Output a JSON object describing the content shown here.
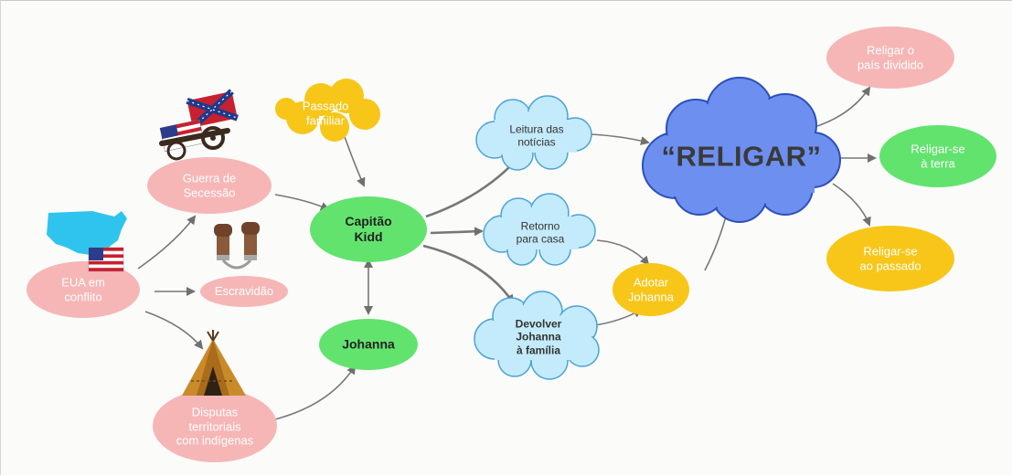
{
  "nodes": {
    "eua": "EUA em\nconflito",
    "guerra": "Guerra de\nSecessão",
    "escravidao": "Escravidão",
    "disputas": "Disputas\nterritoriais\ncom indígenas",
    "passado": "Passado\nfamiliar",
    "capitao": "Capitão\nKidd",
    "johanna": "Johanna",
    "leitura": "Leitura das\nnotícias",
    "retorno": "Retorno\npara casa",
    "devolver": "Devolver\nJohanna\nà família",
    "adotar": "Adotar\nJohanna",
    "religar": "“RELIGAR”",
    "religar_pais": "Religar o\npaís dividido",
    "religar_terra": "Religar-se\nà terra",
    "religar_passado": "Religar-se\nao passado"
  },
  "icons": {
    "usa_map": "usa-map-icon",
    "usa_flag": "usa-flag-icon",
    "confederate_flag": "confederate-flag-icon",
    "cannon": "cannon-icon",
    "chained_fists": "chained-fists-icon",
    "teepee": "teepee-icon"
  },
  "colors": {
    "pink": "#f6b6b6",
    "green": "#62e36e",
    "yellow": "#f7c618",
    "light_blue": "#c4ebfb",
    "blue_cloud": "#6d8ff0",
    "arrow": "#6f6f6f"
  }
}
